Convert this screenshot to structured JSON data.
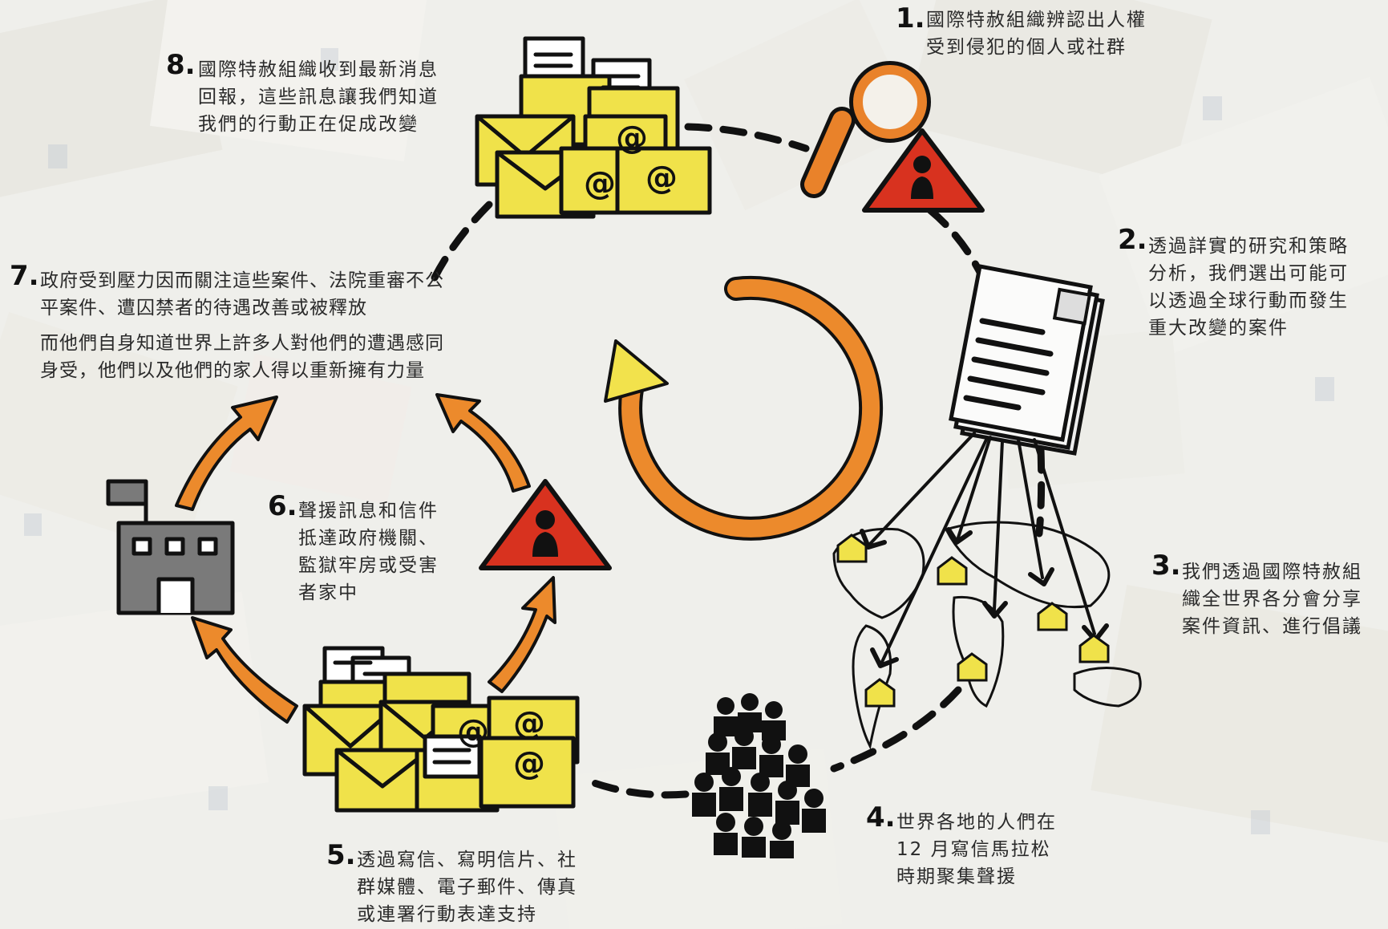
{
  "colors": {
    "background": "#efefeb",
    "envelope_yellow": "#f0e24a",
    "arrow_orange": "#ec8a2c",
    "warning_red": "#d8321f",
    "building_gray": "#7a7a7a",
    "ink": "#111111"
  },
  "steps": [
    {
      "number": "1.",
      "lines": [
        "國際特赦組織辨認出人權",
        "受到侵犯的個人或社群"
      ]
    },
    {
      "number": "2.",
      "lines": [
        "透過詳實的研究和策略",
        "分析，我們選出可能可",
        "以透過全球行動而發生",
        "重大改變的案件"
      ]
    },
    {
      "number": "3.",
      "lines": [
        "我們透過國際特赦組",
        "織全世界各分會分享",
        "案件資訊、進行倡議"
      ]
    },
    {
      "number": "4.",
      "lines": [
        "世界各地的人們在",
        "12 月寫信馬拉松",
        "時期聚集聲援"
      ]
    },
    {
      "number": "5.",
      "lines": [
        "透過寫信、寫明信片、社",
        "群媒體、電子郵件、傳真",
        "或連署行動表達支持"
      ]
    },
    {
      "number": "6.",
      "lines": [
        "聲援訊息和信件",
        "抵達政府機關、",
        "監獄牢房或受害",
        "者家中"
      ]
    },
    {
      "number": "7.",
      "lines": [
        "政府受到壓力因而關注這些案件、法院重審不公",
        "平案件、遭囚禁者的待遇改善或被釋放"
      ],
      "extra_lines": [
        "而他們自身知道世界上許多人對他們的遭遇感同",
        "身受，他們以及他們的家人得以重新擁有力量"
      ]
    },
    {
      "number": "8.",
      "lines": [
        "國際特赦組織收到最新消息",
        "回報，這些訊息讓我們知道",
        "我們的行動正在促成改變"
      ]
    }
  ],
  "icons": {
    "magnifier": "magnifying-glass-icon",
    "warning": "warning-person-icon",
    "case_file": "case-document-icon",
    "world_map": "world-map-icon",
    "crowd": "crowd-people-icon",
    "envelopes": "envelope-stack-icon",
    "building": "government-building-icon",
    "cycle": "cycle-arrow-icon"
  }
}
